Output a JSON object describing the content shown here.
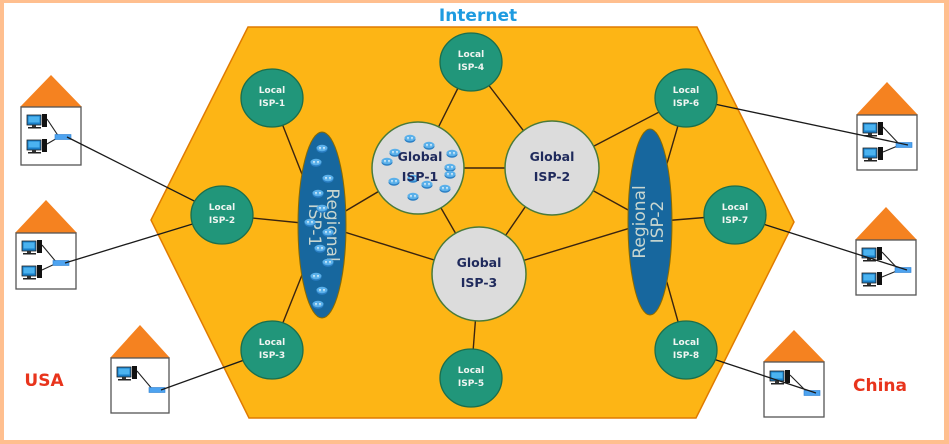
{
  "title": "Internet",
  "colors": {
    "title": "#1E9BE0",
    "hexagon_fill": "#FDB515",
    "hexagon_stroke": "#E07B00",
    "local_isp_fill": "#21967A",
    "local_isp_stroke": "#1B6E4C",
    "global_isp_fill": "#DCDCDC",
    "global_isp_stroke": "#4A7A3A",
    "regional_isp_fill": "#17679E",
    "house_roof": "#F58220",
    "country_label": "#E8341C",
    "frame_border": "#FFBF8F"
  },
  "local_isps": [
    {
      "id": "local-isp-1",
      "line1": "Local",
      "line2": "ISP-1"
    },
    {
      "id": "local-isp-2",
      "line1": "Local",
      "line2": "ISP-2"
    },
    {
      "id": "local-isp-3",
      "line1": "Local",
      "line2": "ISP-3"
    },
    {
      "id": "local-isp-4",
      "line1": "Local",
      "line2": "ISP-4"
    },
    {
      "id": "local-isp-5",
      "line1": "Local",
      "line2": "ISP-5"
    },
    {
      "id": "local-isp-6",
      "line1": "Local",
      "line2": "ISP-6"
    },
    {
      "id": "local-isp-7",
      "line1": "Local",
      "line2": "ISP-7"
    },
    {
      "id": "local-isp-8",
      "line1": "Local",
      "line2": "ISP-8"
    }
  ],
  "global_isps": [
    {
      "id": "global-isp-1",
      "line1": "Global",
      "line2": "ISP-1",
      "has_routers": true
    },
    {
      "id": "global-isp-2",
      "line1": "Global",
      "line2": "ISP-2",
      "has_routers": false
    },
    {
      "id": "global-isp-3",
      "line1": "Global",
      "line2": "ISP-3",
      "has_routers": false
    }
  ],
  "regional_isps": [
    {
      "id": "regional-isp-1",
      "line1": "Regional",
      "line2": "ISP-1",
      "has_routers": true
    },
    {
      "id": "regional-isp-2",
      "line1": "Regional",
      "line2": "ISP-2",
      "has_routers": false
    }
  ],
  "connections": [
    [
      "local-isp-1",
      "regional-isp-1"
    ],
    [
      "local-isp-2",
      "regional-isp-1"
    ],
    [
      "local-isp-3",
      "regional-isp-1"
    ],
    [
      "regional-isp-1",
      "global-isp-1"
    ],
    [
      "regional-isp-1",
      "global-isp-3"
    ],
    [
      "local-isp-4",
      "global-isp-1"
    ],
    [
      "local-isp-4",
      "global-isp-2"
    ],
    [
      "global-isp-1",
      "global-isp-2"
    ],
    [
      "global-isp-1",
      "global-isp-3"
    ],
    [
      "global-isp-2",
      "global-isp-3"
    ],
    [
      "global-isp-2",
      "local-isp-6"
    ],
    [
      "global-isp-2",
      "regional-isp-2"
    ],
    [
      "global-isp-3",
      "regional-isp-2"
    ],
    [
      "global-isp-3",
      "local-isp-5"
    ],
    [
      "local-isp-6",
      "regional-isp-2"
    ],
    [
      "local-isp-7",
      "regional-isp-2"
    ],
    [
      "local-isp-8",
      "regional-isp-2"
    ]
  ],
  "houses": [
    {
      "id": "house-1",
      "computers": 2,
      "connects_to": "local-isp-2"
    },
    {
      "id": "house-2",
      "computers": 2,
      "connects_to": "local-isp-2"
    },
    {
      "id": "house-3",
      "computers": 1,
      "connects_to": "local-isp-3"
    },
    {
      "id": "house-4",
      "computers": 2,
      "connects_to": "local-isp-6"
    },
    {
      "id": "house-5",
      "computers": 2,
      "connects_to": "local-isp-7"
    },
    {
      "id": "house-6",
      "computers": 1,
      "connects_to": "local-isp-8"
    }
  ],
  "countries": {
    "left": "USA",
    "right": "China"
  }
}
